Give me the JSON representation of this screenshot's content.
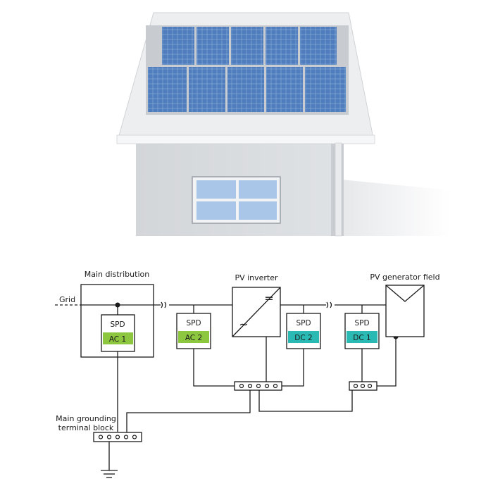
{
  "labels": {
    "main_distribution": "Main distribution",
    "pv_inverter": "PV inverter",
    "pv_generator_field": "PV generator field",
    "grid": "Grid",
    "main_grounding_line1": "Main grounding",
    "main_grounding_line2": "terminal block"
  },
  "spds": [
    {
      "title": "SPD",
      "code": "AC 1",
      "color": "#8dc63f"
    },
    {
      "title": "SPD",
      "code": "AC 2",
      "color": "#8dc63f"
    },
    {
      "title": "SPD",
      "code": "DC 2",
      "color": "#2bb9b4"
    },
    {
      "title": "SPD",
      "code": "DC 1",
      "color": "#2bb9b4"
    }
  ],
  "inverter_symbols": {
    "dc": "=",
    "ac": "~"
  },
  "colors": {
    "panel_blue": "#4a78b8",
    "wall": "#d9dcdf",
    "roof": "#eef0f2",
    "window_glass": "#a7c4e6"
  }
}
